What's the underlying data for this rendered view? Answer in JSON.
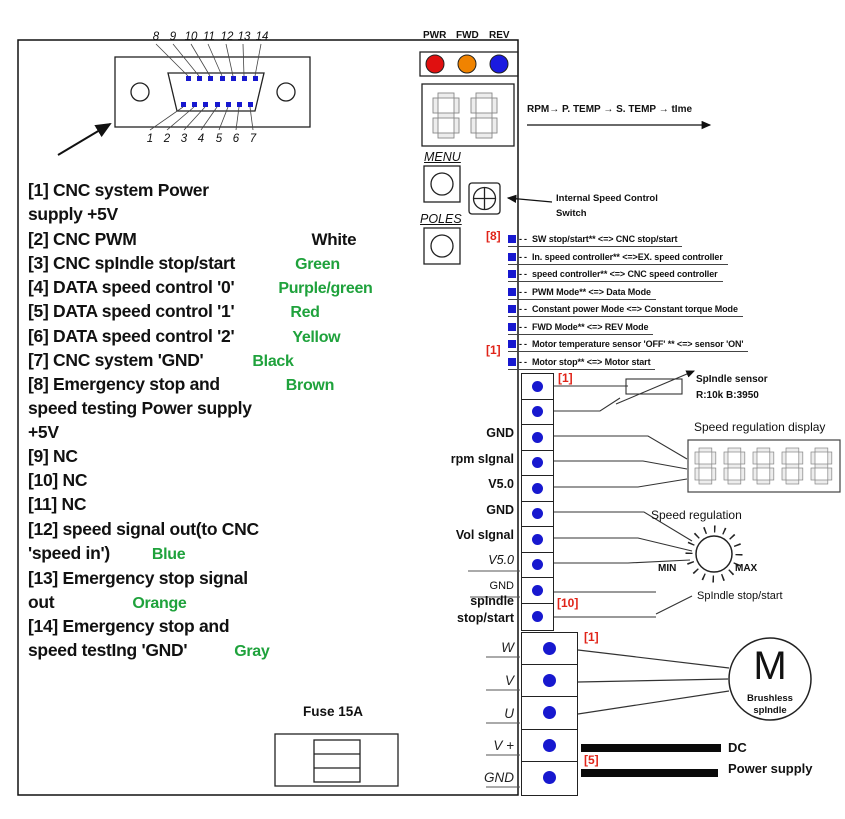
{
  "colors": {
    "accent_green": "#1fa23c",
    "annotation_red": "#e02318",
    "terminal_blue": "#1718cf",
    "led_pwr": "#e01010",
    "led_fwd": "#f08300",
    "led_rev": "#1a1ae0"
  },
  "connector": {
    "top_pins": [
      "8",
      "9",
      "10",
      "11",
      "12",
      "13",
      "14"
    ],
    "bottom_pins": [
      "1",
      "2",
      "3",
      "4",
      "5",
      "6",
      "7"
    ]
  },
  "legend": {
    "lines": [
      {
        "text": "[1] CNC system Power"
      },
      {
        "text": "supply +5V"
      },
      {
        "text": "[2] CNC PWM",
        "color_label": "White"
      },
      {
        "text": "[3] CNC spIndle stop/start",
        "color_label": "Green"
      },
      {
        "text": "[4] DATA speed control '0'",
        "color_label": "Purple/green"
      },
      {
        "text": "[5] DATA speed control '1'",
        "color_label": "Red"
      },
      {
        "text": "[6] DATA speed control '2'",
        "color_label": "Yellow"
      },
      {
        "text": "[7] CNC system 'GND'",
        "color_label": "Black"
      },
      {
        "text": "[8] Emergency stop and",
        "color_label": "Brown"
      },
      {
        "text": "speed testing Power supply"
      },
      {
        "text": "+5V"
      },
      {
        "text": "[9] NC"
      },
      {
        "text": "[10] NC"
      },
      {
        "text": "[11] NC"
      },
      {
        "text": "[12] speed signal out(to CNC"
      },
      {
        "text": "'speed in')",
        "color_label": "Blue"
      },
      {
        "text": "[13] Emergency stop signal"
      },
      {
        "text": "out",
        "color_label": "Orange"
      },
      {
        "text": "[14] Emergency stop and"
      },
      {
        "text": "speed testIng 'GND'",
        "color_label": "Gray"
      }
    ]
  },
  "panel": {
    "leds": [
      {
        "label": "PWR"
      },
      {
        "label": "FWD"
      },
      {
        "label": "REV"
      }
    ],
    "mode_sequence": "RPM→  P. TEMP → S. TEMP → tIme",
    "menu_label": "MENU",
    "poles_label": "POLES"
  },
  "dip": {
    "title_line1": "Internal Speed Control",
    "title_line2": "Switch",
    "dash": "--",
    "rows": [
      "SW stop/start** <=> CNC stop/start",
      "In. speed controller** <=>EX. speed controller",
      "speed controller** <=> CNC speed controller",
      "PWM Mode** <=> Data Mode",
      "Constant power Mode <=> Constant torque Mode",
      "FWD Mode** <=> REV Mode",
      "Motor temperature sensor 'OFF' ** <=> sensor 'ON'",
      "Motor stop** <=> Motor start"
    ],
    "annotation_top": "[8]",
    "annotation_bottom": "[1]"
  },
  "terminal1": {
    "annotation_top": "[1]",
    "annotation_bottom": "[10]",
    "labels": {
      "row3": "GND",
      "row4": "rpm sIgnal",
      "row5": "V5.0",
      "row6": "GND",
      "row7": "Vol sIgnal",
      "row8": "V5.0",
      "row9": "GND",
      "row10a": "spIndle",
      "row10b": "stop/start"
    }
  },
  "terminal2": {
    "annotation_top": "[1]",
    "annotation_bottom": "[5]",
    "labels": [
      "W",
      "V",
      "U",
      "V +",
      "GND"
    ]
  },
  "right": {
    "sensor_title": "SpIndle sensor",
    "sensor_spec": "R:10k B:3950",
    "display_title": "Speed regulation display",
    "knob_title": "Speed regulation",
    "min": "MIN",
    "max": "MAX",
    "stop_start": "SpIndle stop/start",
    "motor_letter": "M",
    "motor_line1": "Brushless",
    "motor_line2": "spIndle",
    "dc_line1": "DC",
    "dc_line2": "Power supply"
  },
  "fuse": {
    "label": "Fuse 15A"
  }
}
